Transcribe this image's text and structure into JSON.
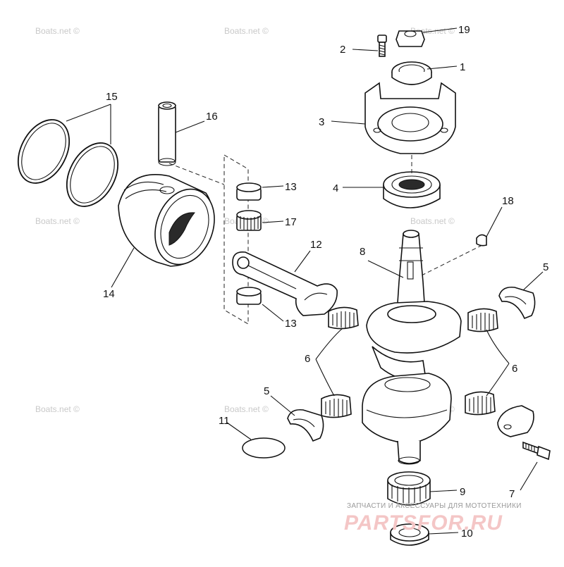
{
  "callouts": [
    {
      "id": "1",
      "label": "1"
    },
    {
      "id": "2",
      "label": "2"
    },
    {
      "id": "3",
      "label": "3"
    },
    {
      "id": "4",
      "label": "4"
    },
    {
      "id": "5a",
      "label": "5"
    },
    {
      "id": "5b",
      "label": "5"
    },
    {
      "id": "6a",
      "label": "6"
    },
    {
      "id": "6b",
      "label": "6"
    },
    {
      "id": "7",
      "label": "7"
    },
    {
      "id": "8",
      "label": "8"
    },
    {
      "id": "9",
      "label": "9"
    },
    {
      "id": "10",
      "label": "10"
    },
    {
      "id": "11",
      "label": "11"
    },
    {
      "id": "12",
      "label": "12"
    },
    {
      "id": "13a",
      "label": "13"
    },
    {
      "id": "13b",
      "label": "13"
    },
    {
      "id": "14",
      "label": "14"
    },
    {
      "id": "15",
      "label": "15"
    },
    {
      "id": "16",
      "label": "16"
    },
    {
      "id": "17",
      "label": "17"
    },
    {
      "id": "18",
      "label": "18"
    },
    {
      "id": "19",
      "label": "19"
    }
  ],
  "watermark": {
    "text": "Boats.net ©"
  },
  "brand": {
    "tagline": "ЗАПЧАСТИ И АКСЕССУАРЫ ДЛЯ МОТОТЕХНИКИ",
    "logo": "PARTSFOR.RU"
  }
}
